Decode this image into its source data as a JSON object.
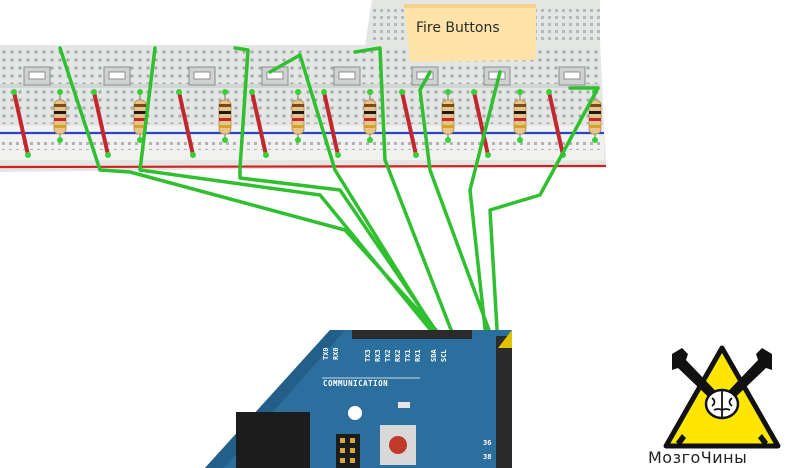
{
  "note": {
    "label": "Fire Buttons"
  },
  "board": {
    "section_label": "COMMUNICATION",
    "pin_labels": [
      "TX0",
      "RX0",
      "TX3",
      "RX3",
      "TX2",
      "RX2",
      "TX1",
      "RX1",
      "SDA",
      "SCL"
    ],
    "side_pin_labels": [
      "36",
      "38"
    ]
  },
  "logo": {
    "name": "МозгоЧины"
  },
  "colors": {
    "wire": "#2fbf2f",
    "resistor_wire": "#c1272d",
    "rail_blue": "#2b45c8",
    "rail_red": "#d02020",
    "board": "#2a6f9e",
    "note": "#fde3a7",
    "logo_yellow": "#ffe600"
  }
}
